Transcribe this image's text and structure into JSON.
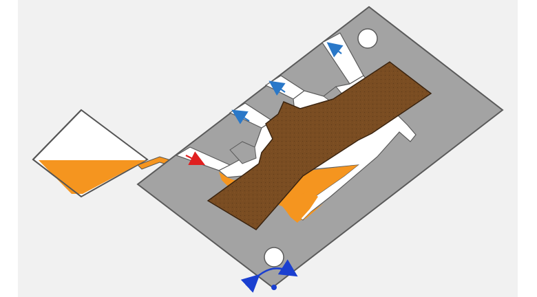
{
  "diagram": {
    "kind": "casting mold filling illustration",
    "colors": {
      "background": "#f1f1f1",
      "mold": "#a3a3a3",
      "mold_outline": "#5a5a5a",
      "cavity": "#ffffff",
      "molten_metal": "#f5951f",
      "core": "#7a4d22",
      "core_outline": "#3a2410",
      "inflow_arrow": "#e02020",
      "vent_arrow": "#2a78c8",
      "rotation_arrow": "#1a3fd0"
    },
    "elements": {
      "ladle": "pouring-ladle",
      "mold": "mold-plate",
      "core": "sand-core",
      "inflow_arrow_icon": "red-arrow-icon",
      "vent_arrow_icons": [
        "blue-arrow-icon",
        "blue-arrow-icon",
        "blue-arrow-icon"
      ],
      "holes": [
        "mounting-hole",
        "mounting-hole"
      ],
      "rotation_icon": "rotate-arrow-icon"
    }
  }
}
